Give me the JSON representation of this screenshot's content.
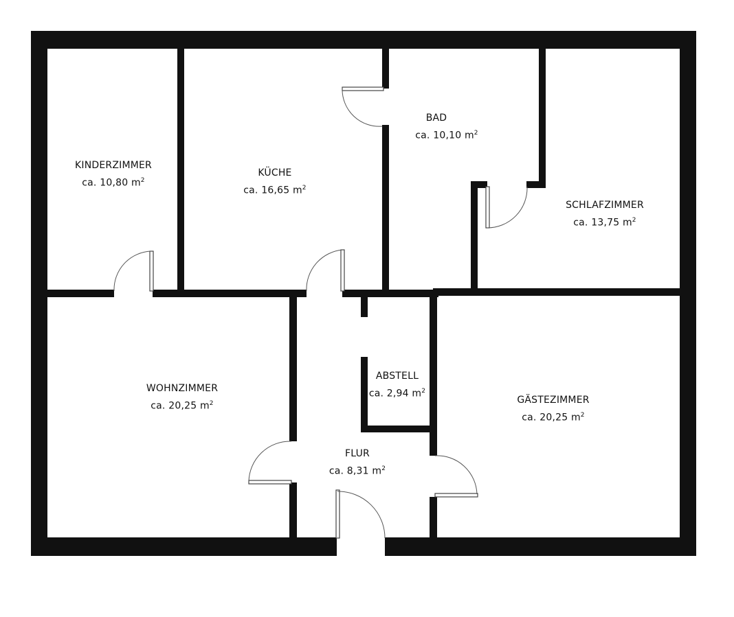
{
  "floor_plan": {
    "rooms": [
      {
        "id": "kinderzimmer",
        "name": "KINDERZIMMER",
        "area": "ca. 10,80 m",
        "unit_exp": "2"
      },
      {
        "id": "kueche",
        "name": "KÜCHE",
        "area": "ca. 16,65 m",
        "unit_exp": "2"
      },
      {
        "id": "bad",
        "name": "BAD",
        "area": "ca. 10,10 m",
        "unit_exp": "2"
      },
      {
        "id": "schlafzimmer",
        "name": "SCHLAFZIMMER",
        "area": "ca. 13,75 m",
        "unit_exp": "2"
      },
      {
        "id": "wohnzimmer",
        "name": "WOHNZIMMER",
        "area": "ca. 20,25 m",
        "unit_exp": "2"
      },
      {
        "id": "abstell",
        "name": "ABSTELL",
        "area": "ca. 2,94 m",
        "unit_exp": "2"
      },
      {
        "id": "flur",
        "name": "FLUR",
        "area": "ca. 8,31 m",
        "unit_exp": "2"
      },
      {
        "id": "gaestezimmer",
        "name": "GÄSTEZIMMER",
        "area": "ca. 20,25 m",
        "unit_exp": "2"
      }
    ]
  }
}
